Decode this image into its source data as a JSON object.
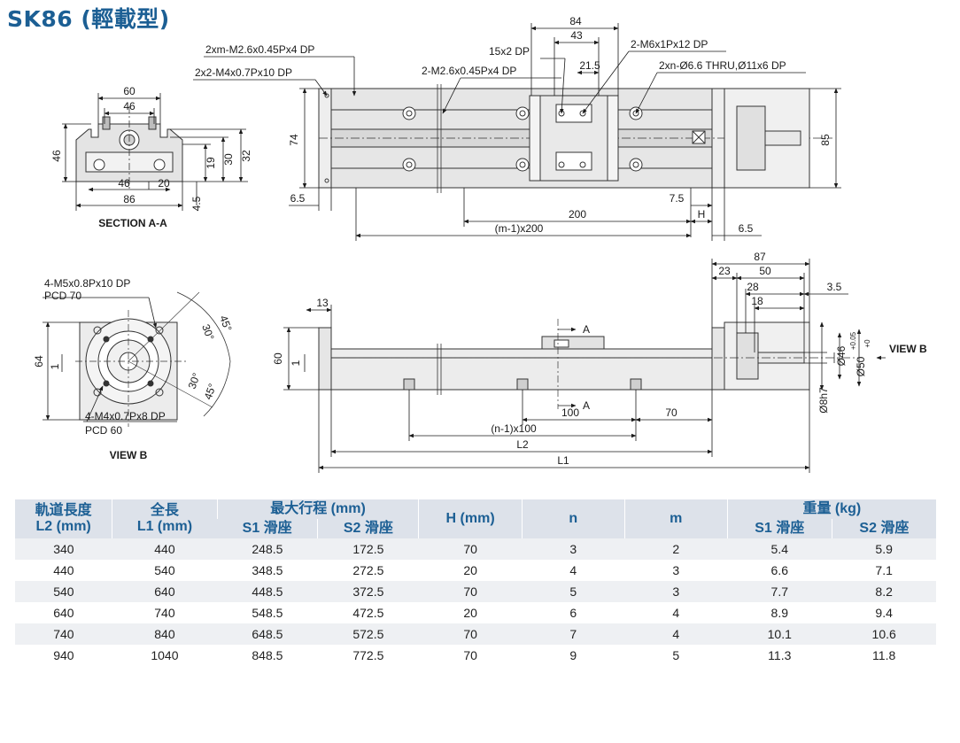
{
  "title": "SK86 (輕載型)",
  "top_view": {
    "callouts": [
      "2xm-M2.6x0.45Px4 DP",
      "2x2-M4x0.7Px10 DP",
      "15x2 DP",
      "2-M2.6x0.45Px4 DP",
      "2-M6x1Px12 DP",
      "2xn-Ø6.6 THRU,Ø11x6 DP"
    ],
    "dims": {
      "w84": "84",
      "w43": "43",
      "w21_5": "21.5",
      "h74": "74",
      "h85": "85",
      "d6_5a": "6.5",
      "d7_5": "7.5",
      "d200": "200",
      "dH": "H",
      "dm": "(m-1)x200",
      "d6_5b": "6.5"
    }
  },
  "section": {
    "label": "SECTION A-A",
    "dims": {
      "w60": "60",
      "w46a": "46",
      "h46": "46",
      "w46b": "46",
      "w20": "20",
      "w86": "86",
      "h19": "19",
      "h30": "30",
      "h32": "32",
      "h4_5": "4.5"
    }
  },
  "view_b": {
    "label": "VIEW B",
    "callouts": [
      "4-M5x0.8Px10 DP",
      "PCD 70",
      "4-M4x0.7Px8 DP",
      "PCD 60"
    ],
    "dims": {
      "h64": "64",
      "h1": "1",
      "a45a": "45°",
      "a30a": "30°",
      "a30b": "30°",
      "a45b": "45°"
    }
  },
  "side_view": {
    "view_label": "VIEW B",
    "section_mark": "A",
    "dims": {
      "d13": "13",
      "h60": "60",
      "h1": "1",
      "d100": "100",
      "d70": "70",
      "dn": "(n-1)x100",
      "L2": "L2",
      "L1": "L1",
      "d87": "87",
      "d23": "23",
      "d50": "50",
      "d28": "28",
      "d18": "18",
      "d3_5": "3.5",
      "d8h7": "Ø8h7",
      "d46": "Ø46",
      "d50tol": "Ø50",
      "tol_up": "+0.05",
      "tol_dn": "+0"
    }
  },
  "table": {
    "headers": {
      "rail_len": "軌道長度",
      "rail_len_unit": "L2 (mm)",
      "total_len": "全長",
      "total_len_unit": "L1 (mm)",
      "stroke": "最大行程 (mm)",
      "stroke_s1": "S1 滑座",
      "stroke_s2": "S2 滑座",
      "h": "H (mm)",
      "n": "n",
      "m": "m",
      "weight": "重量 (kg)",
      "weight_s1": "S1 滑座",
      "weight_s2": "S2 滑座"
    },
    "rows": [
      [
        "340",
        "440",
        "248.5",
        "172.5",
        "70",
        "3",
        "2",
        "5.4",
        "5.9"
      ],
      [
        "440",
        "540",
        "348.5",
        "272.5",
        "20",
        "4",
        "3",
        "6.6",
        "7.1"
      ],
      [
        "540",
        "640",
        "448.5",
        "372.5",
        "70",
        "5",
        "3",
        "7.7",
        "8.2"
      ],
      [
        "640",
        "740",
        "548.5",
        "472.5",
        "20",
        "6",
        "4",
        "8.9",
        "9.4"
      ],
      [
        "740",
        "840",
        "648.5",
        "572.5",
        "70",
        "7",
        "4",
        "10.1",
        "10.6"
      ],
      [
        "940",
        "1040",
        "848.5",
        "772.5",
        "70",
        "9",
        "5",
        "11.3",
        "11.8"
      ]
    ]
  }
}
